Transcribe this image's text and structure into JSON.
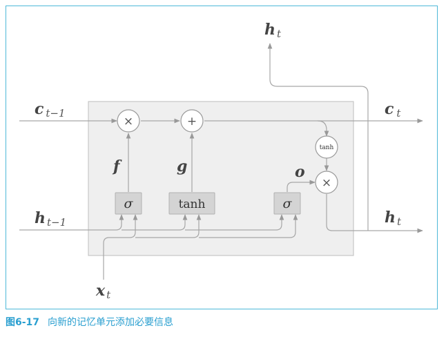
{
  "diagram": {
    "inputs": {
      "c_prev": {
        "main": "c",
        "sub": "t−1"
      },
      "h_prev": {
        "main": "h",
        "sub": "t−1"
      },
      "x_t": {
        "main": "x",
        "sub": "t"
      }
    },
    "outputs": {
      "c_t": {
        "main": "c",
        "sub": "t"
      },
      "h_t_right": {
        "main": "h",
        "sub": "t"
      },
      "h_t_top": {
        "main": "h",
        "sub": "t"
      }
    },
    "gates": {
      "forget_sigma": "σ",
      "g_tanh": "tanh",
      "output_sigma": "σ"
    },
    "operators": {
      "multiply_forget": "×",
      "add": "+",
      "tanh_cell": "tanh",
      "multiply_output": "×"
    },
    "gate_labels": {
      "f": "f",
      "g": "g",
      "o": "o"
    }
  },
  "caption": {
    "figure_number": "图6-17",
    "text": "向新的记忆单元添加必要信息"
  }
}
